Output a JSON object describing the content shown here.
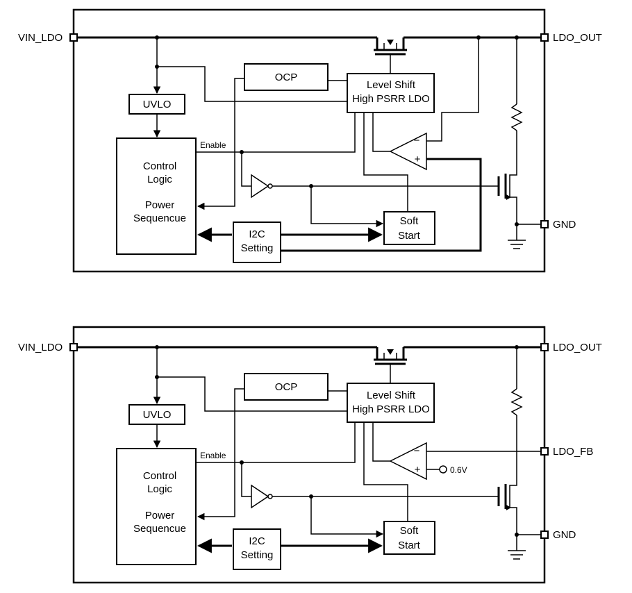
{
  "diagrams": [
    {
      "pins": {
        "vin": "VIN_LDO",
        "out": "LDO_OUT",
        "gnd": "GND"
      },
      "blocks": {
        "ocp": "OCP",
        "uvlo": "UVLO",
        "level_shift_1": "Level Shift",
        "level_shift_2": "High PSRR LDO",
        "control_1": "Control",
        "control_2": "Logic",
        "control_3": "Power",
        "control_4": "Sequencue",
        "i2c_1": "I2C",
        "i2c_2": "Setting",
        "soft_1": "Soft",
        "soft_2": "Start"
      },
      "enable": "Enable",
      "amp_minus": "−",
      "amp_plus": "+"
    },
    {
      "pins": {
        "vin": "VIN_LDO",
        "out": "LDO_OUT",
        "fb": "LDO_FB",
        "gnd": "GND"
      },
      "blocks": {
        "ocp": "OCP",
        "uvlo": "UVLO",
        "level_shift_1": "Level Shift",
        "level_shift_2": "High PSRR LDO",
        "control_1": "Control",
        "control_2": "Logic",
        "control_3": "Power",
        "control_4": "Sequencue",
        "i2c_1": "I2C",
        "i2c_2": "Setting",
        "soft_1": "Soft",
        "soft_2": "Start"
      },
      "enable": "Enable",
      "ref": "0.6V",
      "amp_minus": "−",
      "amp_plus": "+"
    }
  ]
}
